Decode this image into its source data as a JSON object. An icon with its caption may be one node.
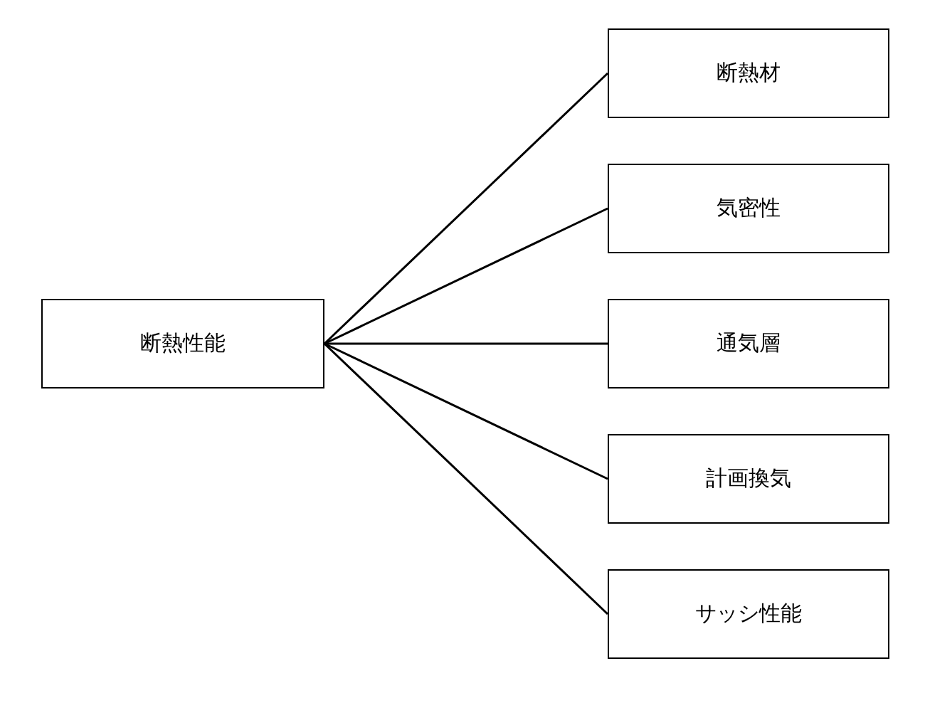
{
  "diagram": {
    "nodes": [
      {
        "text": [
          "断熱性能"
        ]
      },
      {
        "text": [
          "断熱材"
        ]
      },
      {
        "text": [
          "気密性"
        ]
      },
      {
        "text": [
          "通気層"
        ]
      },
      {
        "text": [
          "計画換気"
        ]
      },
      {
        "text": [
          "サッシ性能"
        ]
      }
    ],
    "edges": [
      {
        "from": 0,
        "to": 1,
        "arrow": "none"
      },
      {
        "from": 0,
        "to": 2,
        "arrow": "none"
      },
      {
        "from": 0,
        "to": 3,
        "arrow": "none"
      },
      {
        "from": 0,
        "to": 4,
        "arrow": "none"
      },
      {
        "from": 0,
        "to": 5,
        "arrow": "none"
      }
    ]
  }
}
